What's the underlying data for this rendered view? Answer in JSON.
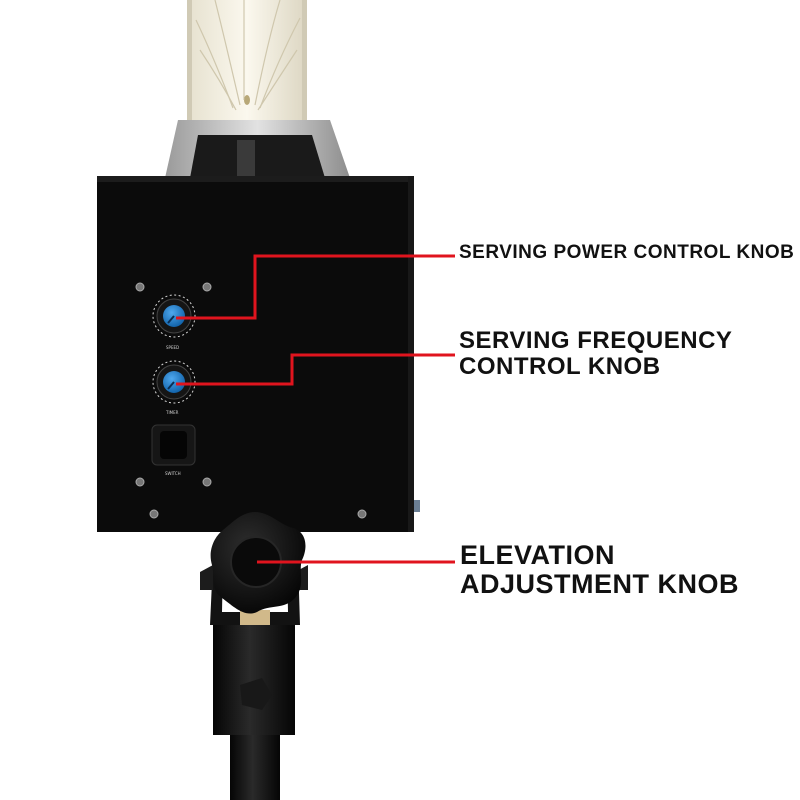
{
  "labels": {
    "serving_power": "SERVING POWER CONTROL KNOB",
    "serving_frequency_line1": "SERVING FREQUENCY",
    "serving_frequency_line2": "CONTROL KNOB",
    "elevation_line1": "ELEVATION",
    "elevation_line2": "ADJUSTMENT KNOB"
  },
  "colors": {
    "leader_line": "#e0141e",
    "label_text": "#111111",
    "housing": "#0b0b0b",
    "knob_cap": "#1b79c6"
  }
}
